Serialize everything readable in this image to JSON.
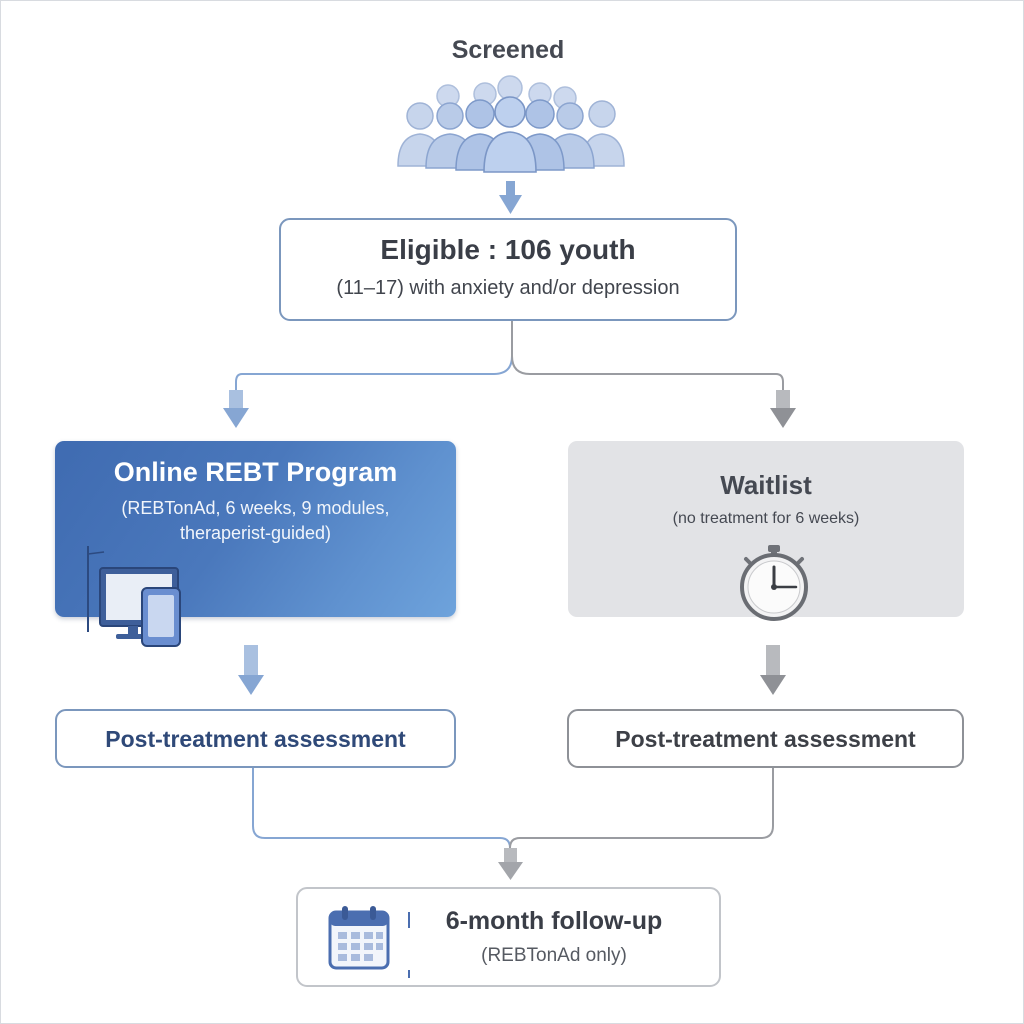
{
  "screened": {
    "title": "Screened"
  },
  "eligible": {
    "title": "Eligible : 106 youth",
    "subtitle": "(11–17) with anxiety and/or depression"
  },
  "treatment": {
    "title": "Online REBT Program",
    "detail_line1": "(REBTonAd, 6 weeks, 9 modules,",
    "detail_line2": "theraperist-guided)"
  },
  "waitlist": {
    "title": "Waitlist",
    "detail": "(no treatment for 6 weeks)"
  },
  "post_treatment": {
    "left_label": "Post-treatment assessment",
    "right_label": "Post-treatment assessment"
  },
  "follow_up": {
    "title": "6-month follow-up",
    "detail": "(REBTonAd only)"
  },
  "icons": {
    "screened": "people-crowd-icon",
    "treatment": "computer-tablet-icon",
    "waitlist": "stopwatch-icon",
    "follow_up": "calendar-icon"
  },
  "colors": {
    "blue_accent": "#4a78bc",
    "blue_border": "#7b97bd",
    "gray_fill": "#e2e3e6",
    "gray_arrow": "#8f9196",
    "blue_arrow": "#86a6d3"
  }
}
